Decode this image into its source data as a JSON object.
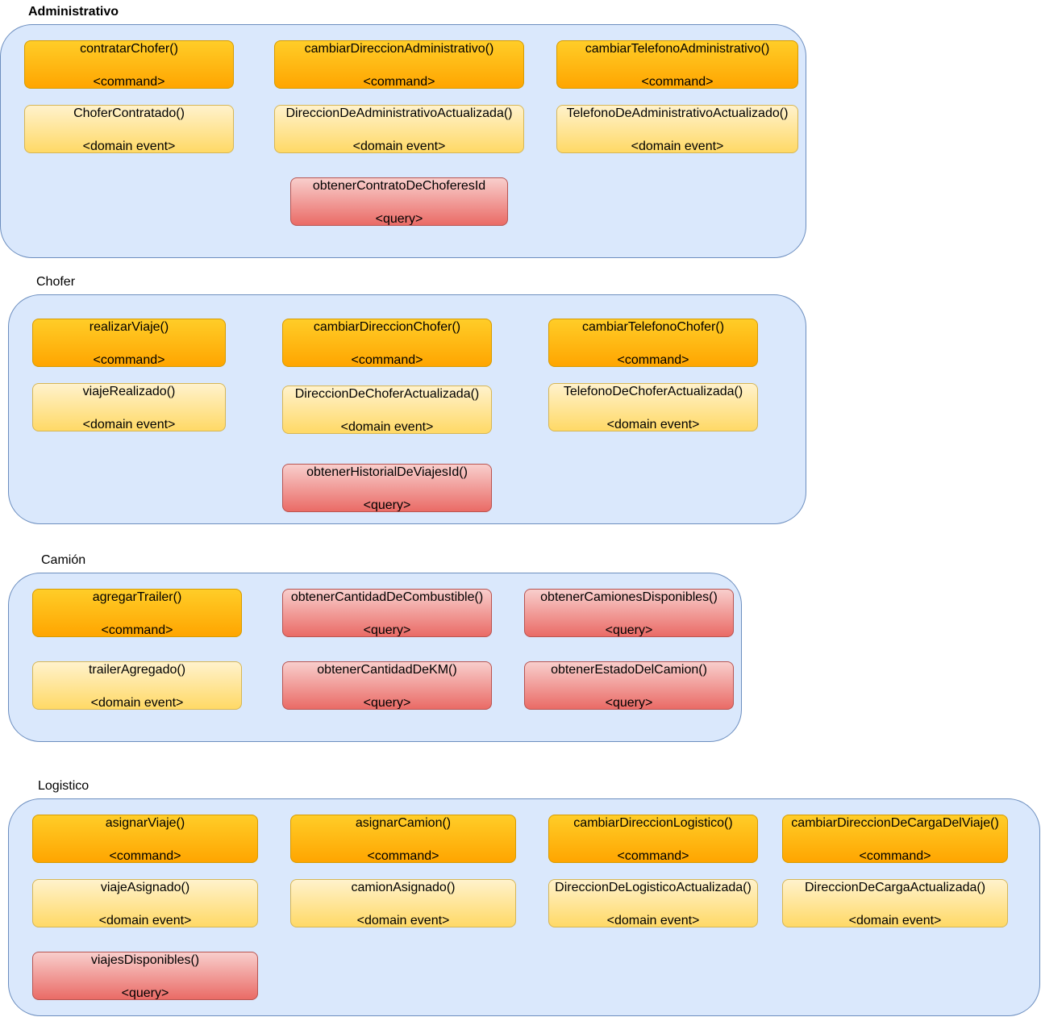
{
  "groups": [
    {
      "title": "Administrativo",
      "cards": [
        {
          "label": "contratarChofer()",
          "kind": "<command>"
        },
        {
          "label": "cambiarDireccionAdministrativo()",
          "kind": "<command>"
        },
        {
          "label": "cambiarTelefonoAdministrativo()",
          "kind": "<command>"
        },
        {
          "label": "ChoferContratado()",
          "kind": "<domain event>"
        },
        {
          "label": "DireccionDeAdministrativoActualizada()",
          "kind": "<domain event>"
        },
        {
          "label": "TelefonoDeAdministrativoActualizado()",
          "kind": "<domain event>"
        },
        {
          "label": "obtenerContratoDeChoferesId",
          "kind": "<query>"
        }
      ]
    },
    {
      "title": "Chofer",
      "cards": [
        {
          "label": "realizarViaje()",
          "kind": "<command>"
        },
        {
          "label": "cambiarDireccionChofer()",
          "kind": "<command>"
        },
        {
          "label": "cambiarTelefonoChofer()",
          "kind": "<command>"
        },
        {
          "label": "viajeRealizado()",
          "kind": "<domain event>"
        },
        {
          "label": "DireccionDeChoferActualizada()",
          "kind": "<domain event>"
        },
        {
          "label": "TelefonoDeChoferActualizada()",
          "kind": "<domain event>"
        },
        {
          "label": "obtenerHistorialDeViajesId()",
          "kind": "<query>"
        }
      ]
    },
    {
      "title": "Camión",
      "cards": [
        {
          "label": "agregarTrailer()",
          "kind": "<command>"
        },
        {
          "label": "obtenerCantidadDeCombustible()",
          "kind": "<query>"
        },
        {
          "label": "obtenerCamionesDisponibles()",
          "kind": "<query>"
        },
        {
          "label": "trailerAgregado()",
          "kind": "<domain event>"
        },
        {
          "label": "obtenerCantidadDeKM()",
          "kind": "<query>"
        },
        {
          "label": "obtenerEstadoDelCamion()",
          "kind": "<query>"
        }
      ]
    },
    {
      "title": "Logistico",
      "cards": [
        {
          "label": "asignarViaje()",
          "kind": "<command>"
        },
        {
          "label": "asignarCamion()",
          "kind": "<command>"
        },
        {
          "label": "cambiarDireccionLogistico()",
          "kind": "<command>"
        },
        {
          "label": "cambiarDireccionDeCargaDelViaje()",
          "kind": "<command>"
        },
        {
          "label": "viajeAsignado()",
          "kind": "<domain event>"
        },
        {
          "label": "camionAsignado()",
          "kind": "<domain event>"
        },
        {
          "label": "DireccionDeLogisticoActualizada()",
          "kind": "<domain event>"
        },
        {
          "label": "DireccionDeCargaActualizada()",
          "kind": "<domain event>"
        },
        {
          "label": "viajesDisponibles()",
          "kind": "<query>"
        }
      ]
    }
  ]
}
